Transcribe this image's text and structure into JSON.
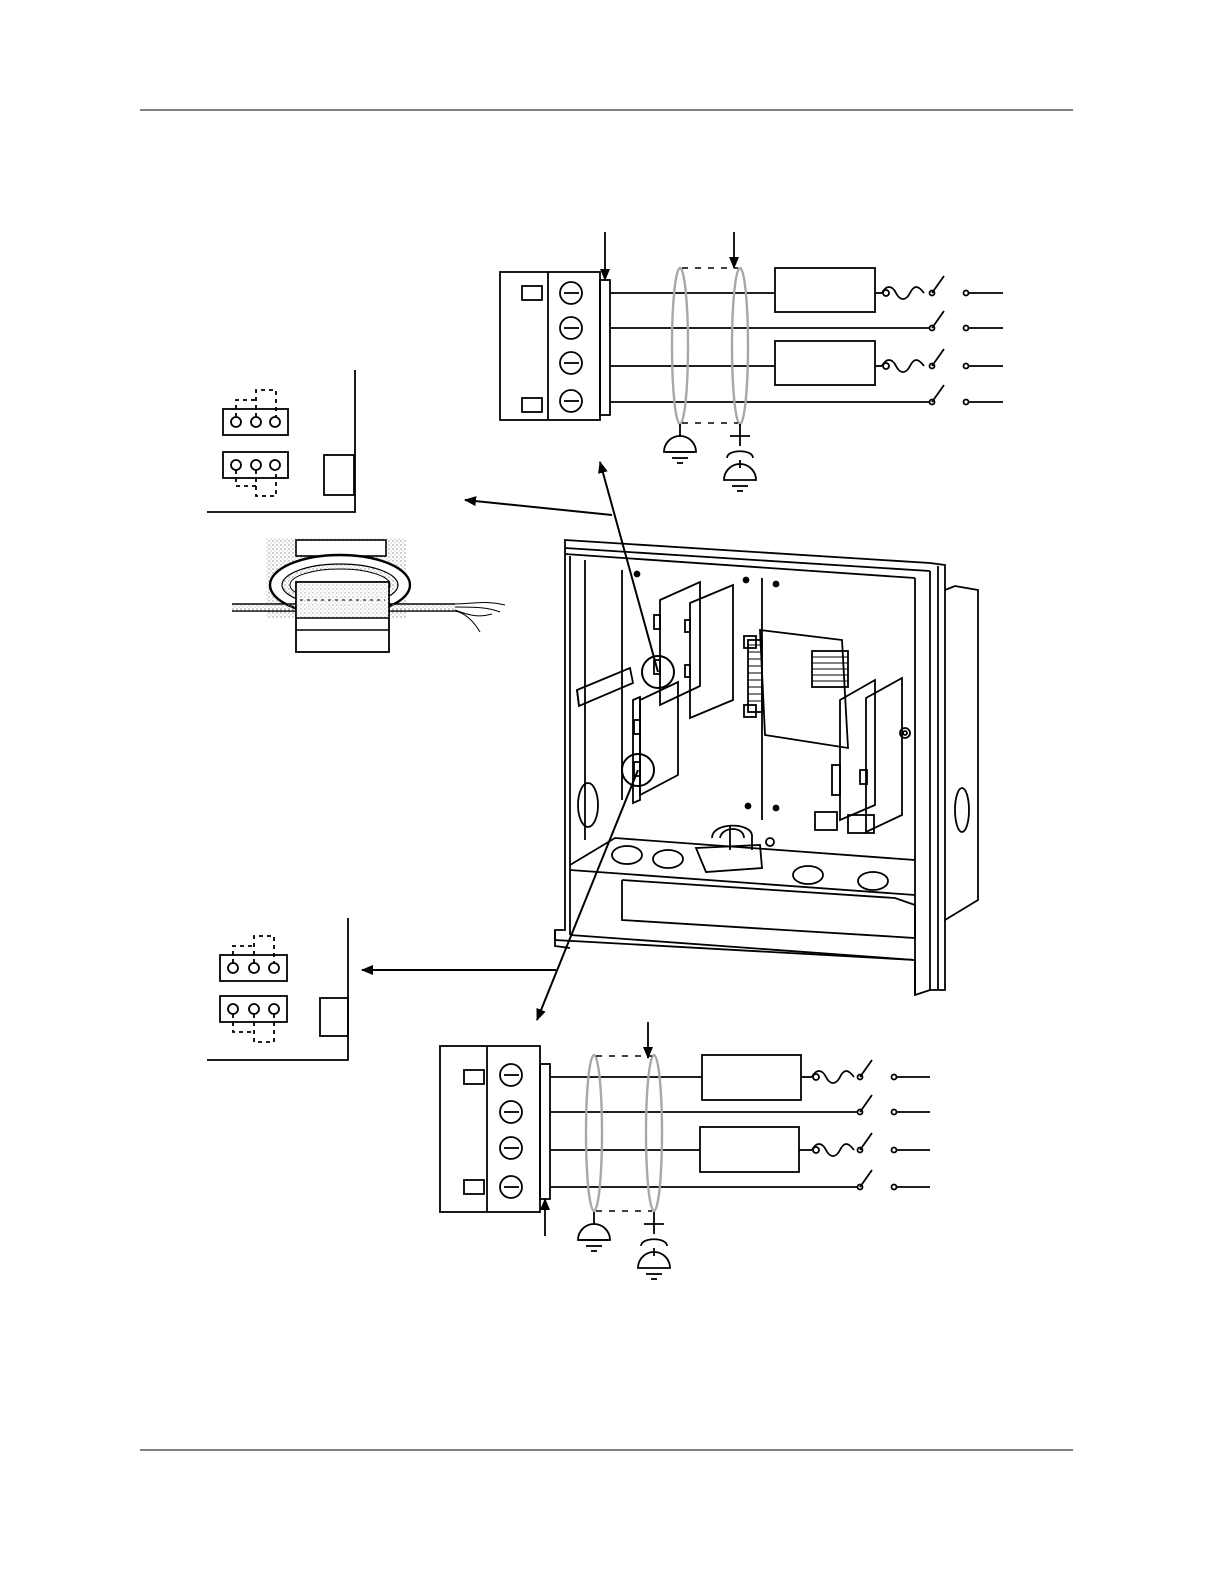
{
  "page": {
    "header_text": "",
    "footer_text": "",
    "caption": ""
  },
  "colors": {
    "ink": "#000000",
    "paper": "#ffffff",
    "shield": "#a8a8a8",
    "stipple": "#9a9a9a"
  },
  "figure": {
    "kind": "wiring-diagram",
    "views": [
      "upper-terminal-block-detail",
      "lower-terminal-block-detail",
      "upper-jumper-detail",
      "lower-jumper-detail",
      "ferrite-core-detail",
      "enclosure-view"
    ],
    "terminal_blocks": {
      "count": 2,
      "screws_per_block": 4
    },
    "jumper_headers": {
      "rows_per_detail": 2,
      "pins_per_row": 3
    },
    "loads_per_block": 2,
    "switches_per_block": 4
  }
}
